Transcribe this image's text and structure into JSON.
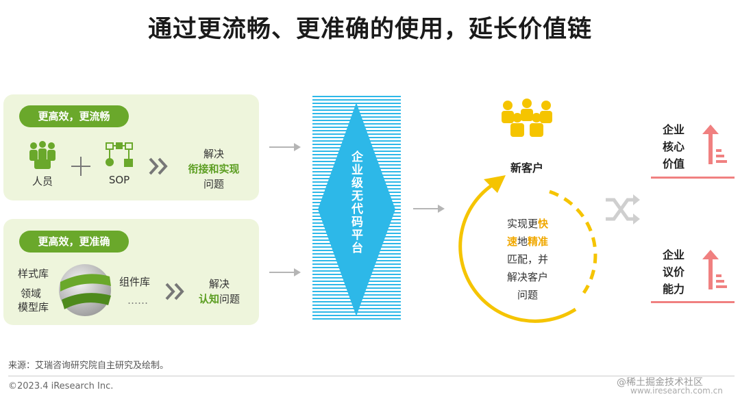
{
  "title": "通过更流畅、更准确的使用，延长价值链",
  "panel_top": {
    "pill": "更高效，更流畅",
    "people_label": "人员",
    "sop_label": "SOP",
    "result_prefix": "解决",
    "result_highlight": "衔接和实现",
    "result_suffix": "问题"
  },
  "panel_bottom": {
    "pill": "更高效，更准确",
    "lib1": "样式库",
    "lib2a": "领域",
    "lib2b": "模型库",
    "lib3": "组件库",
    "dots": "……",
    "result_prefix": "解决",
    "result_highlight": "认知",
    "result_suffix": "问题"
  },
  "platform": {
    "label": "企业级无代码平台"
  },
  "customer": {
    "label": "新客户",
    "cycle_l1a": "实现更",
    "cycle_l1b": "快",
    "cycle_l2a": "速",
    "cycle_l2b": "地",
    "cycle_l2c": "精准",
    "cycle_l3": "匹配，并",
    "cycle_l4": "解决客户",
    "cycle_l5": "问题"
  },
  "outcomes": {
    "top": [
      "企业",
      "核心",
      "价值"
    ],
    "bottom": [
      "企业",
      "议价",
      "能力"
    ]
  },
  "source": "来源：艾瑞咨询研究院自主研究及绘制。",
  "copyright": "©2023.4 iResearch Inc.",
  "watermark": "@稀土掘金技术社区",
  "watermark_url": "www.iresearch.com.cn",
  "colors": {
    "green": "#6aa82b",
    "panel_bg": "#eef5dc",
    "blue": "#2db8e8",
    "yellow": "#f5c400",
    "red": "#f08080"
  }
}
